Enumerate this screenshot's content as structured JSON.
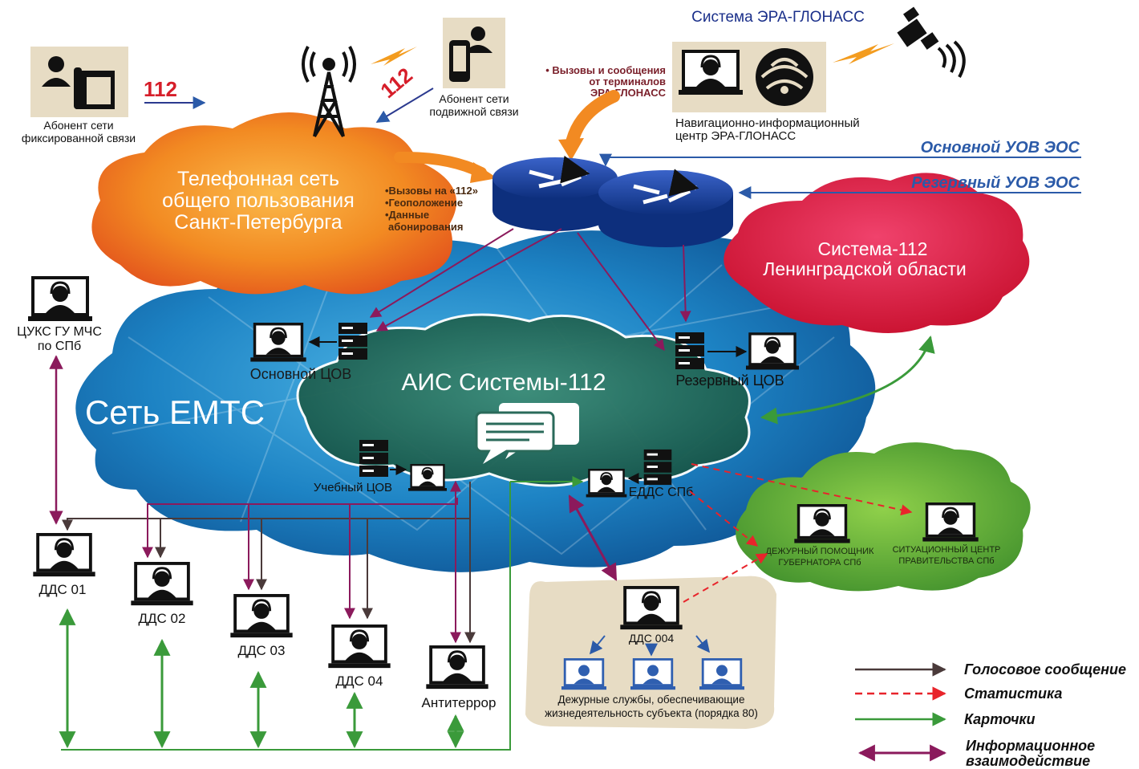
{
  "title": "Система ЭРА-ГЛОНАСС",
  "labels": {
    "fixed_subscriber_l1": "Абонент сети",
    "fixed_subscriber_l2": "фиксированной связи",
    "call_112": "112",
    "mobile_subscriber_l1": "Абонент сети",
    "mobile_subscriber_l2": "подвижной связи",
    "era_calls_l1": "• Вызовы и сообщения",
    "era_calls_l2": "от терминалов",
    "era_calls_l3": "ЭРА-ГЛОНАСС",
    "nav_center_l1": "Навигационно-информационный",
    "nav_center_l2": "центр ЭРА-ГЛОНАСС",
    "main_uov": "Основной УОВ ЭОС",
    "reserve_uov": "Резервный УОВ ЭОС",
    "pstn_l1": "Телефонная сеть",
    "pstn_l2": "общего пользования",
    "pstn_l3": "Санкт-Петербурга",
    "pstn_data_l1": "•Вызовы на «112»",
    "pstn_data_l2": "•Геоположение",
    "pstn_data_l3": "•Данные",
    "pstn_data_l4": "абонирования",
    "lo_system_l1": "Система-112",
    "lo_system_l2": "Ленинградской области",
    "tsuks_l1": "ЦУКС ГУ МЧС",
    "tsuks_l2": "по СПб",
    "main_tsov": "Основной ЦОВ",
    "reserve_tsov": "Резервный ЦОВ",
    "emts_network": "Сеть ЕМТС",
    "ais": "АИС Системы-112",
    "training_tsov": "Учебный ЦОВ",
    "edds": "ЕДДС СПб",
    "governor_l1": "ДЕЖУРНЫЙ ПОМОЩНИК",
    "governor_l2": "ГУБЕРНАТОРА СПб",
    "situation_l1": "СИТУАЦИОННЫЙ ЦЕНТР",
    "situation_l2": "ПРАВИТЕЛЬСТВА СПб",
    "dds01": "ДДС 01",
    "dds02": "ДДС 02",
    "dds03": "ДДС 03",
    "dds04": "ДДС 04",
    "antiterror": "Антитеррор",
    "dds004": "ДДС 004",
    "duty_l1": "Дежурные службы, обеспечивающие",
    "duty_l2": "жизнедеятельность субъекта (порядка 80)"
  },
  "legend": [
    {
      "label": "Голосовое сообщение",
      "color": "#4a3a3a",
      "style": "solid"
    },
    {
      "label": "Статистика",
      "color": "#e8242b",
      "style": "dashed"
    },
    {
      "label": "Карточки",
      "color": "#3a9a3a",
      "style": "solid"
    },
    {
      "label": "Информационное",
      "label2": "взаимодействие",
      "color": "#8b1a5c",
      "style": "double"
    }
  ],
  "colors": {
    "title": "#1a2f8a",
    "uov": "#2b5aa8",
    "era_calls": "#7a1f2a",
    "voice": "#4a3a3a",
    "stats": "#e8242b",
    "cards": "#3a9a3a",
    "info": "#8b1a5c",
    "red112": "#d61e2a"
  },
  "icons": [
    "operator-icon",
    "phone-icon",
    "tower-icon",
    "satellite-icon",
    "router-icon",
    "server-icon",
    "chat-icon"
  ]
}
